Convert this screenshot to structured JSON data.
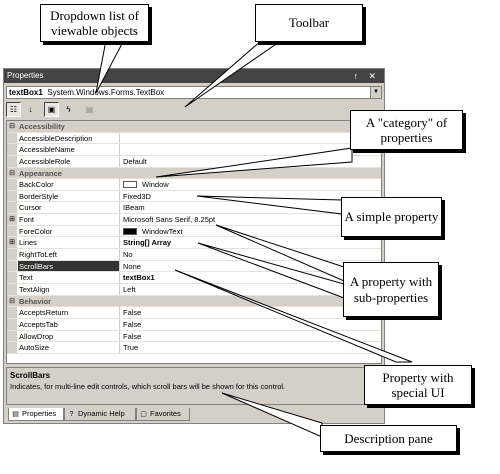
{
  "window": {
    "title": "Properties",
    "title_buttons": "↑ ✕",
    "object_name": "textBox1",
    "object_type": "System.Windows.Forms.TextBox"
  },
  "toolbar_icons": [
    "categorized-icon",
    "alphabetical-icon",
    "properties-icon",
    "events-icon",
    "property-pages-icon"
  ],
  "categories": [
    {
      "name": "Accessibility",
      "rows": [
        {
          "name": "AccessibleDescription",
          "value": ""
        },
        {
          "name": "AccessibleName",
          "value": ""
        },
        {
          "name": "AccessibleRole",
          "value": "Default"
        }
      ]
    },
    {
      "name": "Appearance",
      "rows": [
        {
          "name": "BackColor",
          "value": "Window",
          "swatch": "#ffffff"
        },
        {
          "name": "BorderStyle",
          "value": "Fixed3D"
        },
        {
          "name": "Cursor",
          "value": "IBeam"
        },
        {
          "name": "Font",
          "value": "Microsoft Sans Serif, 8.25pt",
          "expandable": true
        },
        {
          "name": "ForeColor",
          "value": "WindowText",
          "swatch": "#000000"
        },
        {
          "name": "Lines",
          "value": "String[] Array",
          "bold": true,
          "expandable": true
        },
        {
          "name": "RightToLeft",
          "value": "No"
        },
        {
          "name": "ScrollBars",
          "value": "None",
          "selected": true
        },
        {
          "name": "Text",
          "value": "textBox1",
          "bold": true
        },
        {
          "name": "TextAlign",
          "value": "Left"
        }
      ]
    },
    {
      "name": "Behavior",
      "rows": [
        {
          "name": "AcceptsReturn",
          "value": "False"
        },
        {
          "name": "AcceptsTab",
          "value": "False"
        },
        {
          "name": "AllowDrop",
          "value": "False"
        },
        {
          "name": "AutoSize",
          "value": "True"
        }
      ]
    }
  ],
  "description": {
    "title": "ScrollBars",
    "text": "Indicates, for multi-line edit controls, which scroll bars will be shown for this control."
  },
  "tabs": [
    {
      "label": "Properties",
      "icon": "properties-tab-icon",
      "active": true
    },
    {
      "label": "Dynamic Help",
      "icon": "help-icon",
      "active": false
    },
    {
      "label": "Favorites",
      "icon": "favorites-icon",
      "active": false
    }
  ],
  "callouts": {
    "dropdown": "Dropdown list of viewable objects",
    "toolbar": "Toolbar",
    "category": "A \"category\" of properties",
    "simple": "A simple property",
    "subprops": "A property with sub-properties",
    "special": "Property with special UI",
    "desc_pane": "Description pane"
  }
}
